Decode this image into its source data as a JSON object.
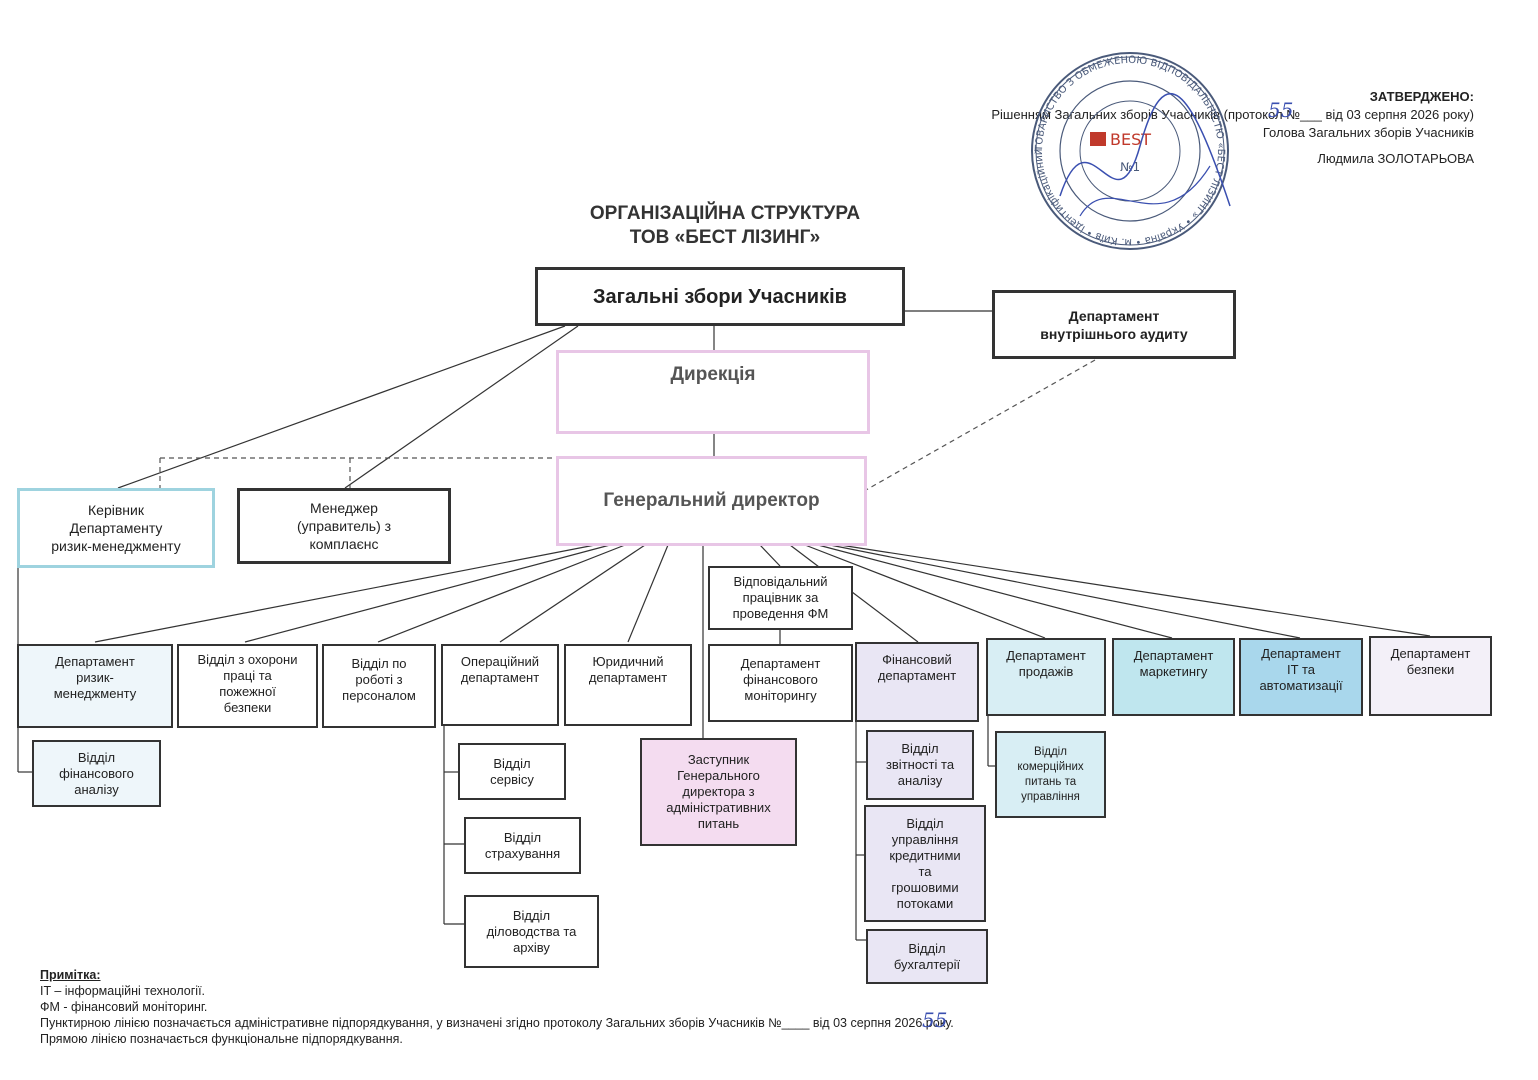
{
  "approval": {
    "heading": "ЗАТВЕРДЖЕНО:",
    "line1": "Рішенням Загальних зборів Учасників (протокол №___ від 03 серпня 2026 року)",
    "line2": "Голова Загальних зборів Учасників",
    "line3": "Людмила ЗОЛОТАРЬОВА"
  },
  "title": {
    "line1": "ОРГАНІЗАЦІЙНА СТРУКТУРА",
    "line2": "ТОВ «БЕСТ ЛІЗИНГ»"
  },
  "boxes": {
    "general_meeting": "Загальні збори Учасників",
    "internal_audit": "Департамент\nвнутрішнього аудиту",
    "directorate": "Дирекція",
    "general_director": "Генеральний директор",
    "risk_head": "Керівник\nДепартаменту\nризик-менеджменту",
    "compliance_manager": "Менеджер\n(управитель) з\nкомплаєнс",
    "fm_officer": "Відповідальний\nпрацівник за\nпроведення ФМ",
    "dept_risk": "Департамент\nризик-\nменеджменту",
    "dept_safety": "Відділ з охорони\nпраці та\nпожежної\nбезпеки",
    "dept_personnel": "Відділ по\nроботі з\nперсоналом",
    "dept_operations": "Операційний\nдепартамент",
    "dept_legal": "Юридичний\nдепартамент",
    "dept_fm": "Департамент\nфінансового\nмоніторингу",
    "dept_finance": "Фінансовий\nдепартамент",
    "dept_sales": "Департамент\nпродажів",
    "dept_marketing": "Департамент\nмаркетингу",
    "dept_it": "Департамент\nIT та\nавтоматизації",
    "dept_security": "Департамент\nбезпеки",
    "sub_fin_analysis": "Відділ\nфінансового\nаналізу",
    "sub_service": "Відділ\nсервісу",
    "sub_insurance": "Відділ\nстрахування",
    "sub_records": "Відділ\nділоводства та\nархіву",
    "deputy_admin": "Заступник\nГенерального\nдиректора з\nадміністративних\nпитань",
    "sub_reporting": "Відділ\nзвітності та\nаналізу",
    "sub_credit": "Відділ\nуправління\nкредитними\nта\nгрошовими\nпотоками",
    "sub_accounting": "Відділ\nбухгалтерії",
    "sub_commercial": "Відділ\nкомерційних\nпитань та\nуправління"
  },
  "notes": {
    "heading": "Примітка:",
    "line1": "IT – інформаційні технології.",
    "line2": "ФМ - фінансовий моніторинг.",
    "line3": "Пунктирною лінією позначається адміністративне підпорядкування,  у визначені згідно протоколу Загальних зборів Учасників №____ від 03 серпня 2026 року.",
    "line4": "Прямою лінією позначається функціональне підпорядкування."
  },
  "handwritten_number": "55",
  "seal_text": "ТОВАРИСТВО З ОБМЕЖЕНОЮ ВІДПОВІДАЛЬНІСТЮ «БЕСТ ЛІЗИНГ» • Україна • м. Київ • ідентифікаційний код 3388... • SINCE 2010",
  "seal_center": "BEST",
  "seal_number": "№1",
  "colors": {
    "line": "#333333",
    "seal": "#4a5a7a",
    "stamp_red": "#c0392b",
    "ink": "#3a4fb0"
  }
}
